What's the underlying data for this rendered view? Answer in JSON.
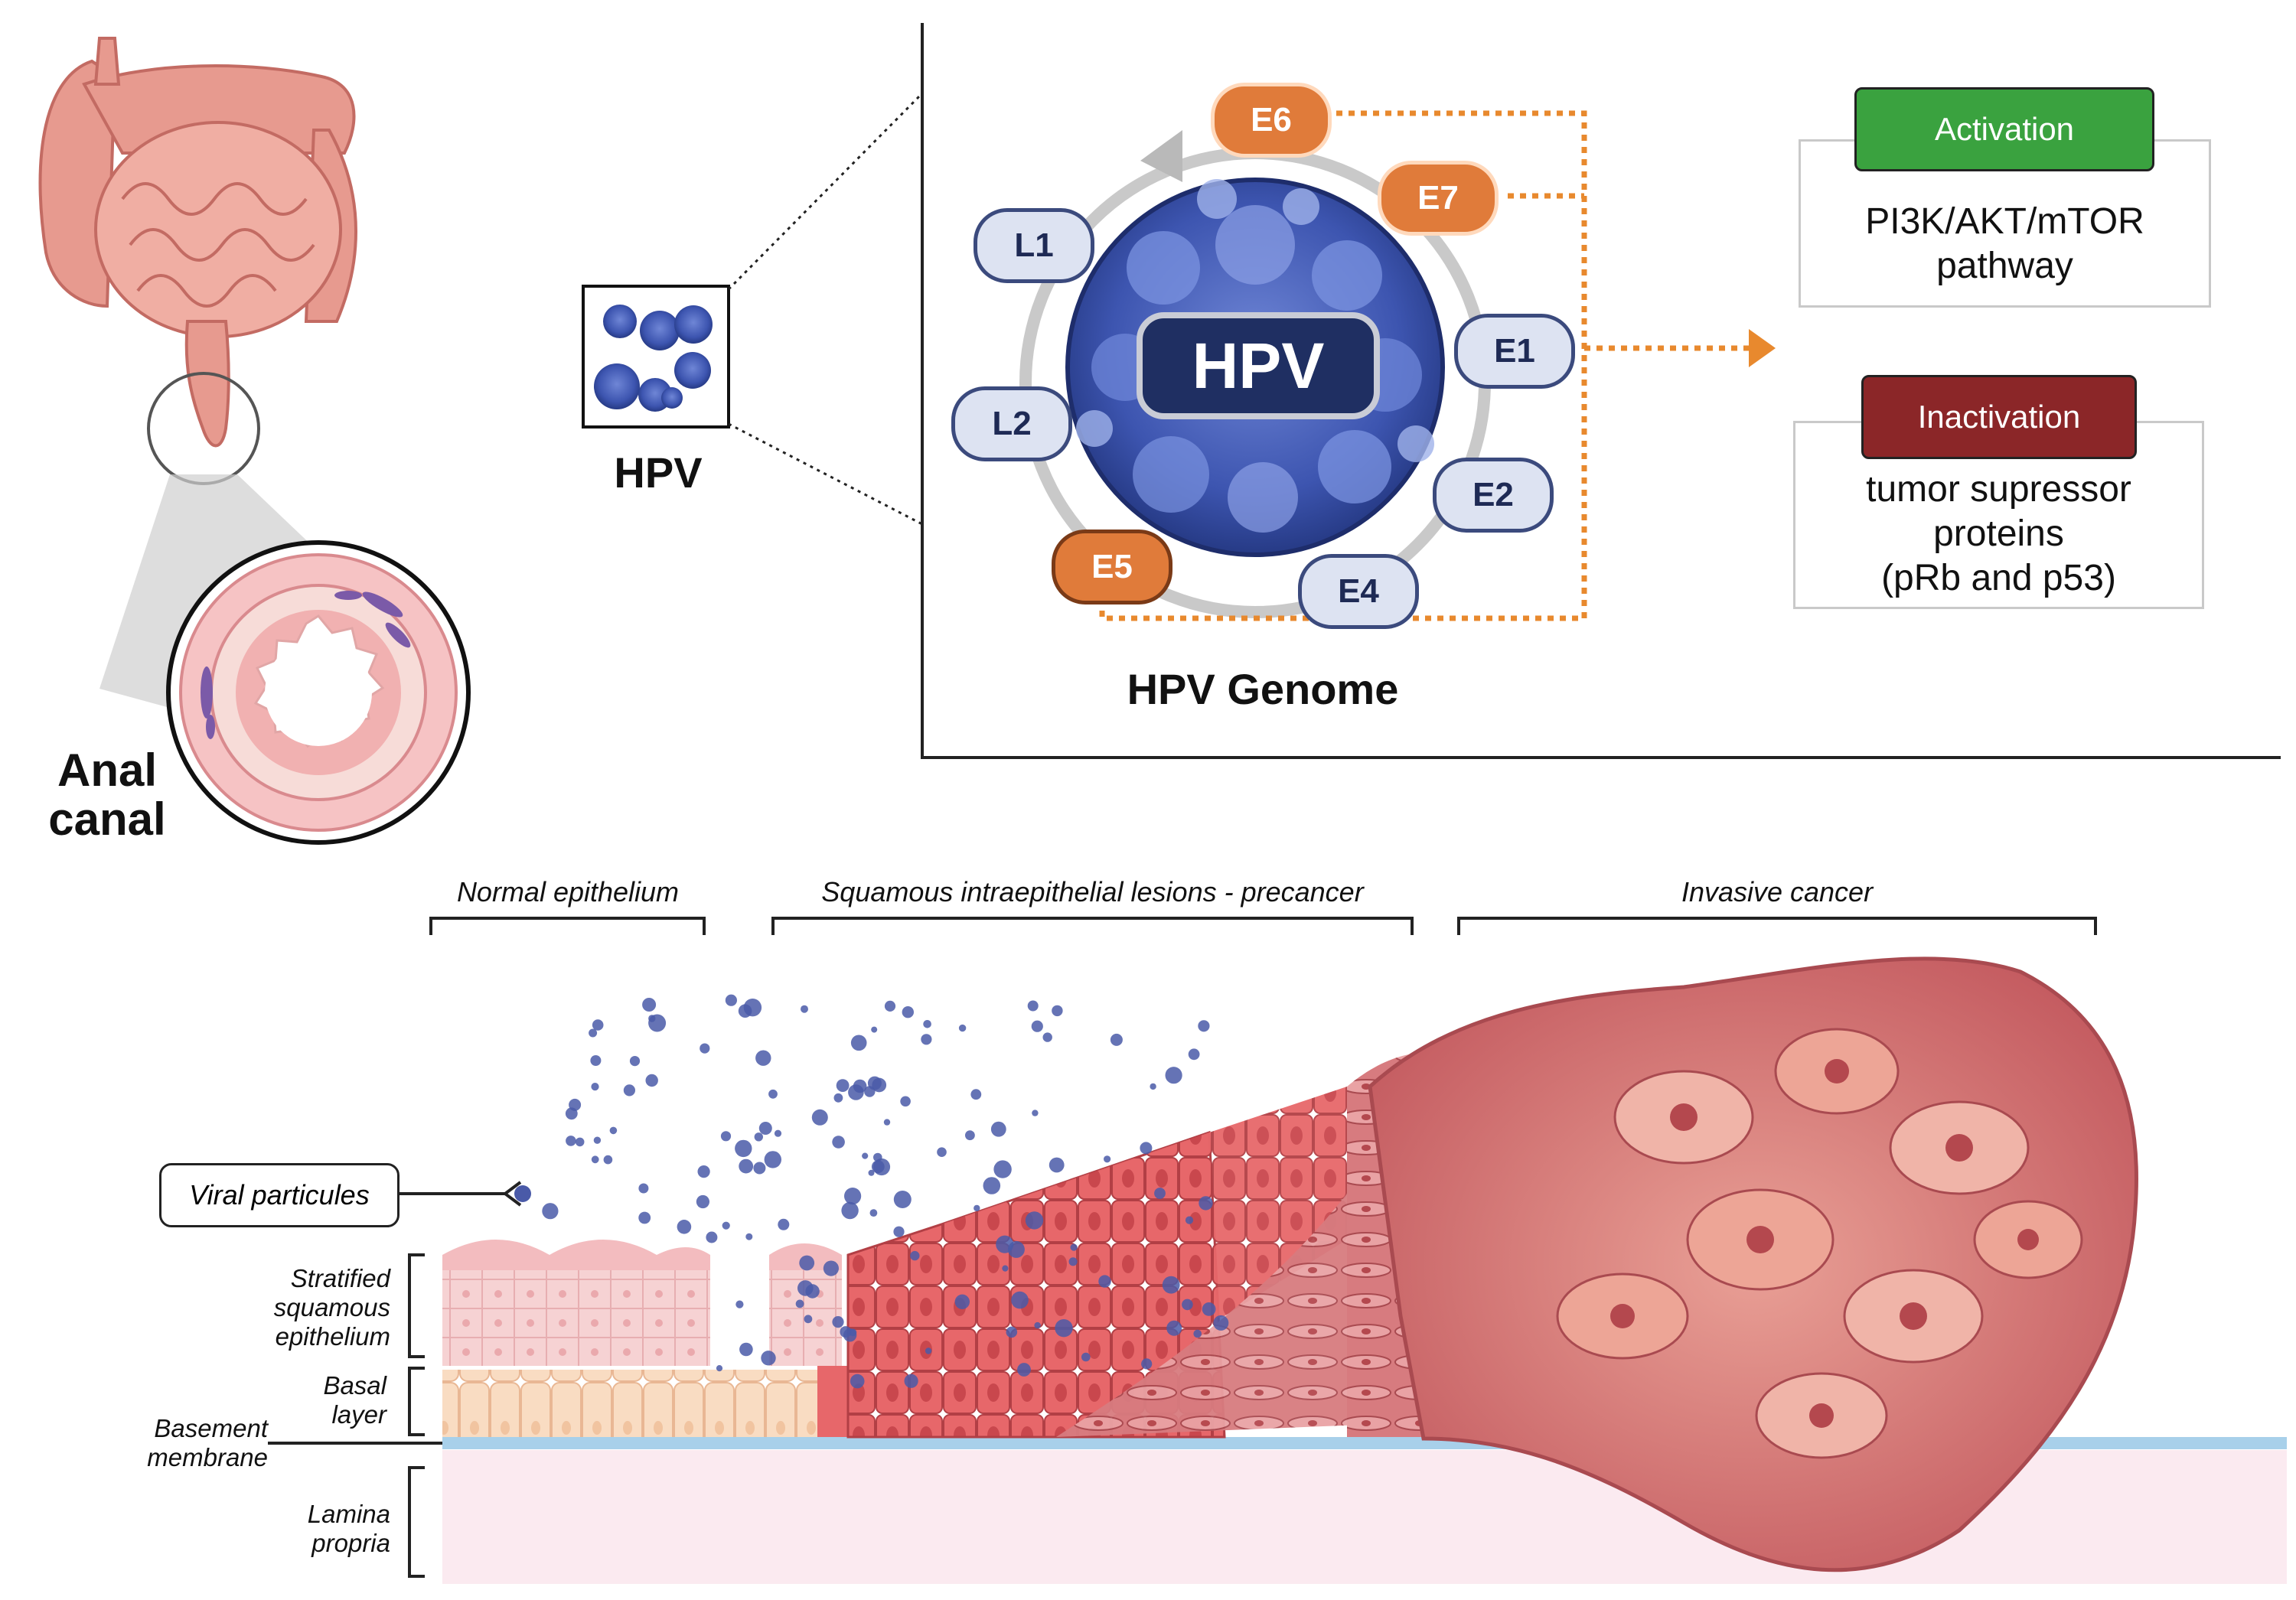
{
  "anatomy": {
    "anal_canal_line1": "Anal",
    "anal_canal_line2": "canal"
  },
  "hpv_sample": {
    "label": "HPV"
  },
  "genome": {
    "core_label": "HPV",
    "title": "HPV Genome",
    "genes": [
      "E6",
      "E7",
      "E1",
      "E2",
      "E4",
      "E5",
      "L2",
      "L1"
    ],
    "oncogenes": [
      "E6",
      "E7",
      "E5"
    ]
  },
  "effects": {
    "activation": {
      "badge": "Activation",
      "text_line1": "PI3K/AKT/mTOR",
      "text_line2": "pathway",
      "color": "#3aa23f"
    },
    "inactivation": {
      "badge": "Inactivation",
      "text_line1": "tumor supressor",
      "text_line2": "proteins",
      "text_line3": "(pRb and p53)",
      "color": "#8b2628"
    }
  },
  "stages": {
    "normal": "Normal epithelium",
    "lesions": "Squamous intraepithelial lesions - precancer",
    "invasive": "Invasive cancer"
  },
  "tissue_labels": {
    "viral": "Viral particules",
    "stratified_line1": "Stratified",
    "stratified_line2": "squamous",
    "stratified_line3": "epithelium",
    "basal_line1": "Basal",
    "basal_line2": "layer",
    "basement_line1": "Basement",
    "basement_line2": "membrane",
    "lamina_line1": "Lamina",
    "lamina_line2": "propria"
  },
  "colors": {
    "viral_dot": "#4a5aa8",
    "virus_core": "#3f58b8",
    "oncogene": "#e07b3a",
    "dotted_arrow": "#e8892e",
    "tissue_pink": "#f2c4c6",
    "tumor": "#c9686a",
    "lamina": "#fbeaf0",
    "membrane": "#a8d0ea"
  }
}
